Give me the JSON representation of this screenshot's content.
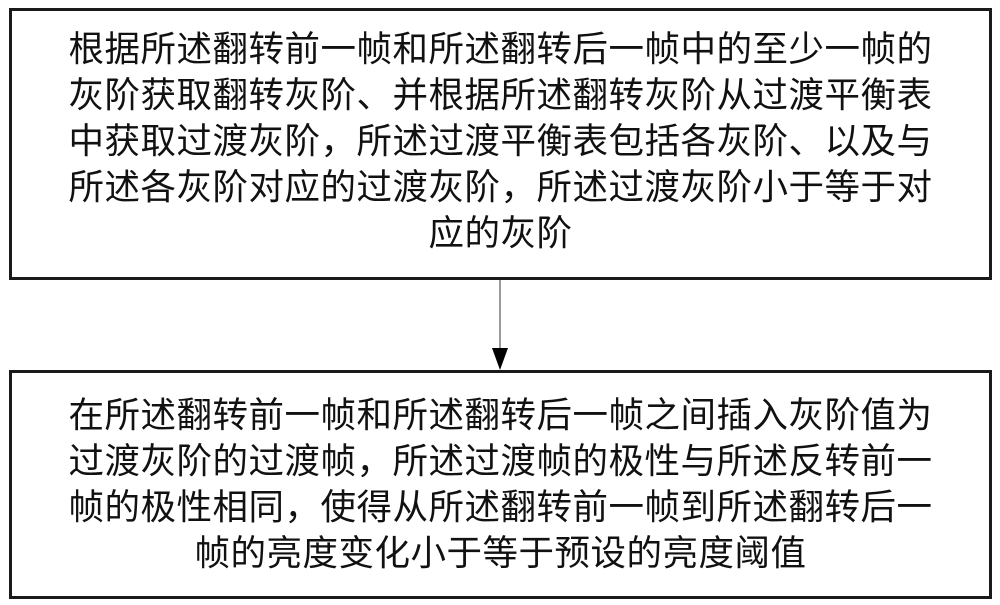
{
  "diagram": {
    "type": "flowchart",
    "nodes": [
      {
        "id": "step1",
        "lines": [
          "根据所述翻转前一帧和所述翻转后一帧中的至少一帧的",
          "灰阶获取翻转灰阶、并根据所述翻转灰阶从过渡平衡表",
          "中获取过渡灰阶，所述过渡平衡表包括各灰阶、以及与",
          "所述各灰阶对应的过渡灰阶，所述过渡灰阶小于等于对",
          "应的灰阶"
        ]
      },
      {
        "id": "step2",
        "lines": [
          "在所述翻转前一帧和所述翻转后一帧之间插入灰阶值为",
          "过渡灰阶的过渡帧，所述过渡帧的极性与所述反转前一",
          "帧的极性相同，使得从所述翻转前一帧到所述翻转后一",
          "帧的亮度变化小于等于预设的亮度阈值"
        ]
      }
    ],
    "edges": [
      {
        "from": "step1",
        "to": "step2",
        "style": "arrow-down"
      }
    ],
    "colors": {
      "border": "#1a1a1a",
      "arrow_line": "#9a9a9a",
      "arrow_head": "#000000",
      "background": "#ffffff"
    }
  }
}
